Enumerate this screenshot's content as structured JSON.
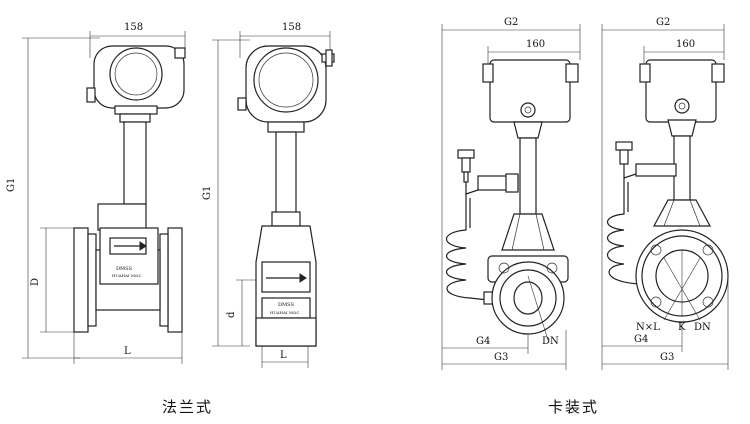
{
  "captions": {
    "flange": "法兰式",
    "wafer": "卡装式"
  },
  "dimensions": {
    "width_158": "158",
    "width_160": "160",
    "g1": "G1",
    "g2": "G2",
    "g3": "G3",
    "g4": "G4",
    "d_upper": "D",
    "d_lower": "d",
    "l": "L",
    "dn": "DN",
    "k": "K",
    "nxl": "N×L"
  },
  "nameplate": {
    "line1": "DMSS",
    "line2": "HUAHAI M&C"
  }
}
